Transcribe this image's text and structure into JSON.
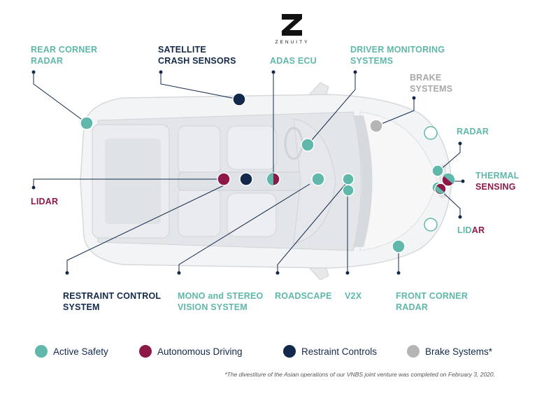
{
  "brand": {
    "logo_letter": "Z",
    "name": "ZENUITY"
  },
  "colors": {
    "active_safety": "#5fb8a9",
    "autonomous_driving": "#8e1848",
    "restraint_controls": "#13294b",
    "brake_systems": "#b5b5b5",
    "car_body": "#eceef0"
  },
  "labels": {
    "rear_corner_radar": [
      "REAR CORNER",
      "RADAR"
    ],
    "satellite_crash_sensors": [
      "SATELLITE",
      "CRASH SENSORS"
    ],
    "adas_ecu": "ADAS ECU",
    "driver_monitoring": [
      "DRIVER MONITORING",
      "SYSTEMS"
    ],
    "brake_systems": [
      "BRAKE",
      "SYSTEMS"
    ],
    "radar": "RADAR",
    "thermal": "THERMAL",
    "sensing": "SENSING",
    "lidar_left": "LIDAR",
    "lidar_right_a": "LID",
    "lidar_right_b": "AR",
    "restraint_control_system": [
      "RESTRAINT CONTROL",
      "SYSTEM"
    ],
    "mono_stereo": [
      "MONO and STEREO",
      "VISION SYSTEM"
    ],
    "roadscape": "ROADSCAPE",
    "v2x": "V2X",
    "front_corner_radar": [
      "FRONT CORNER",
      "RADAR"
    ]
  },
  "legend": [
    {
      "label": "Active Safety",
      "color": "#5fb8a9"
    },
    {
      "label": "Autonomous Driving",
      "color": "#8e1848"
    },
    {
      "label": "Restraint Controls",
      "color": "#13294b"
    },
    {
      "label": "Brake Systems*",
      "color": "#b5b5b5"
    }
  ],
  "footnote": "*The divestiture of the Asian operations of our VNBS joint venture was completed on February 3, 2020."
}
